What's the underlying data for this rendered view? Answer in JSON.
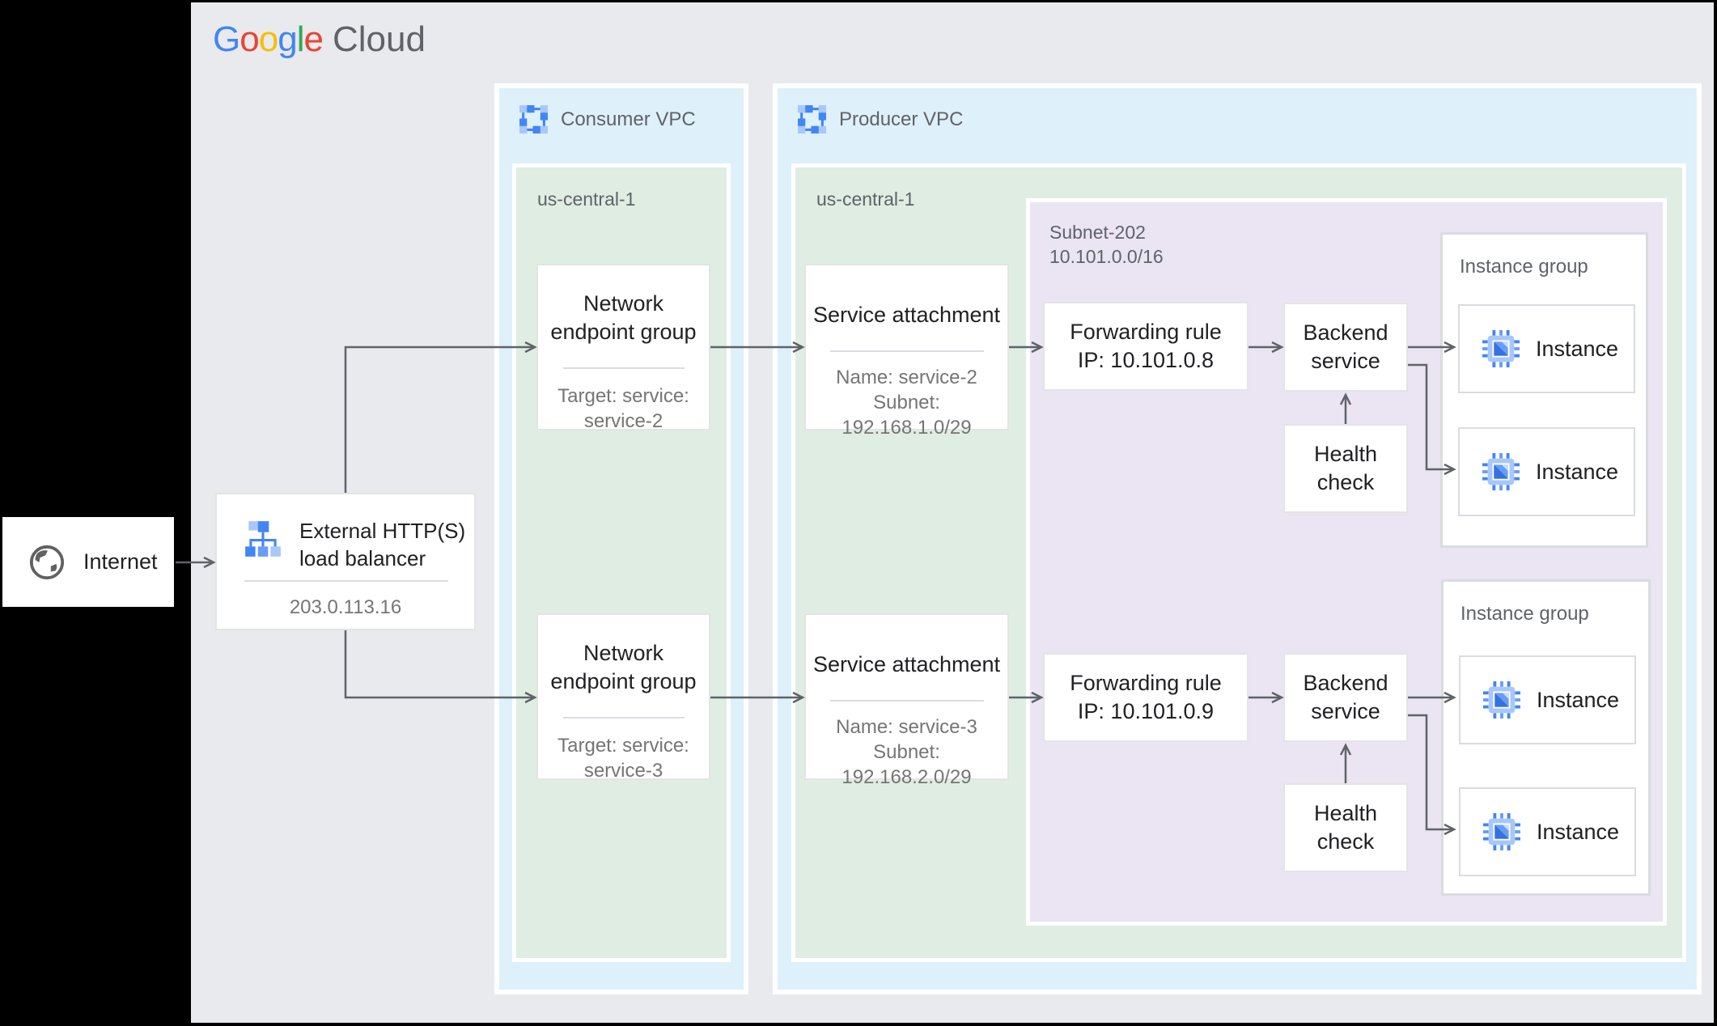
{
  "colors": {
    "background": "#E8EAED",
    "left_band": "#000000",
    "vpc_panel_blue": "#DEF0FA",
    "region_panel_green": "#DFEDE2",
    "subnet_panel_purple": "#EAE4F3",
    "card_white": "#FFFFFF",
    "border_gray": "#DADCE0",
    "text_dark": "#212124",
    "text_gray": "#5F6368",
    "text_subtle": "#757575",
    "arrow_gray": "#5F6368",
    "google_blue": "#4285F4",
    "google_red": "#EA4335",
    "google_yellow": "#FBBC05",
    "google_green": "#34A853",
    "icon_light_blue": "#A8C7FA"
  },
  "logo": {
    "letters": [
      {
        "ch": "G"
      },
      {
        "ch": "o"
      },
      {
        "ch": "o"
      },
      {
        "ch": "g"
      },
      {
        "ch": "l"
      },
      {
        "ch": "e"
      }
    ],
    "cloud": "Cloud"
  },
  "internet": {
    "label": "Internet"
  },
  "load_balancer": {
    "title_line1": "External HTTP(S)",
    "title_line2": "load balancer",
    "ip": "203.0.113.16"
  },
  "consumer_vpc": {
    "label": "Consumer VPC",
    "region_label": "us-central-1",
    "negs": [
      {
        "title": "Network endpoint group",
        "target_line1": "Target: service:",
        "target_line2": "service-2"
      },
      {
        "title": "Network endpoint group",
        "target_line1": "Target: service:",
        "target_line2": "service-3"
      }
    ]
  },
  "producer_vpc": {
    "label": "Producer VPC",
    "region_label": "us-central-1",
    "service_attachments": [
      {
        "title": "Service attachment",
        "name": "Name: service-2",
        "subnet_label": "Subnet:",
        "cidr": "192.168.1.0/29"
      },
      {
        "title": "Service attachment",
        "name": "Name: service-3",
        "subnet_label": "Subnet:",
        "cidr": "192.168.2.0/29"
      }
    ],
    "subnet": {
      "name": "Subnet-202",
      "cidr": "10.101.0.0/16",
      "clusters": [
        {
          "forwarding_rule_line1": "Forwarding rule",
          "forwarding_rule_line2": "IP: 10.101.0.8",
          "backend_service": "Backend service",
          "health_check": "Health check",
          "instance_group_label": "Instance group",
          "instances": [
            "Instance",
            "Instance"
          ]
        },
        {
          "forwarding_rule_line1": "Forwarding rule",
          "forwarding_rule_line2": "IP: 10.101.0.9",
          "backend_service": "Backend service",
          "health_check": "Health check",
          "instance_group_label": "Instance group",
          "instances": [
            "Instance",
            "Instance"
          ]
        }
      ]
    }
  }
}
